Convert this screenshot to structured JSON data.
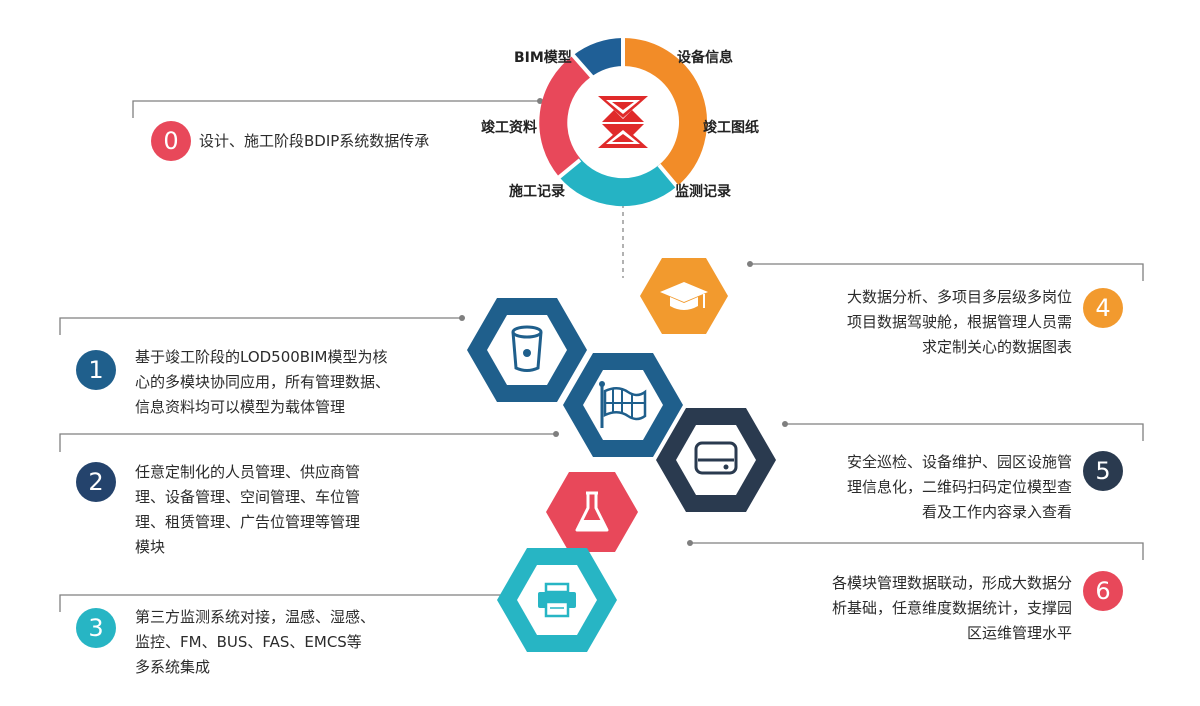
{
  "center": {
    "ring_labels": [
      "BIM模型",
      "设备信息",
      "竣工资料",
      "竣工图纸",
      "施工记录",
      "监测记录"
    ],
    "segment_colors": [
      "#e8485a",
      "#1f5f96",
      "#f28c28",
      "#25b3c4"
    ]
  },
  "items": [
    {
      "num": "0",
      "text": "设计、施工阶段BDIP系统数据传承",
      "color": "#e8485a"
    },
    {
      "num": "1",
      "lines": [
        "基于竣工阶段的LOD500BIM模型为核",
        "心的多模块协同应用，所有管理数据、",
        "信息资料均可以模型为载体管理"
      ],
      "color": "#1f5f8c"
    },
    {
      "num": "2",
      "lines": [
        "任意定制化的人员管理、供应商管",
        "理、设备管理、空间管理、车位管",
        "理、租赁管理、广告位管理等管理",
        "模块"
      ],
      "color": "#24436c"
    },
    {
      "num": "3",
      "lines": [
        "第三方监测系统对接，温感、湿感、",
        "监控、FM、BUS、FAS、EMCS等",
        "多系统集成"
      ],
      "color": "#27b5c4"
    },
    {
      "num": "4",
      "lines": [
        "大数据分析、多项目多层级多岗位",
        "项目数据驾驶舱，根据管理人员需",
        "求定制关心的数据图表"
      ],
      "color": "#f29a2e"
    },
    {
      "num": "5",
      "lines": [
        "安全巡检、设备维护、园区设施管",
        "理信息化，二维码扫码定位模型查",
        "看及工作内容录入查看"
      ],
      "color": "#2a3a4f"
    },
    {
      "num": "6",
      "lines": [
        "各模块管理数据联动，形成大数据分",
        "析基础，任意维度数据统计，支撑园",
        "区运维管理水平"
      ],
      "color": "#e8485a"
    }
  ],
  "hexagons": [
    {
      "icon": "graduation-cap-icon",
      "color": "#f29a2e"
    },
    {
      "icon": "database-icon",
      "color": "#1f5f8c"
    },
    {
      "icon": "flag-icon",
      "color": "#1f5f8c"
    },
    {
      "icon": "server-icon",
      "color": "#2a3a4f"
    },
    {
      "icon": "flask-icon",
      "color": "#e8485a"
    },
    {
      "icon": "printer-icon",
      "color": "#27b5c4"
    }
  ]
}
